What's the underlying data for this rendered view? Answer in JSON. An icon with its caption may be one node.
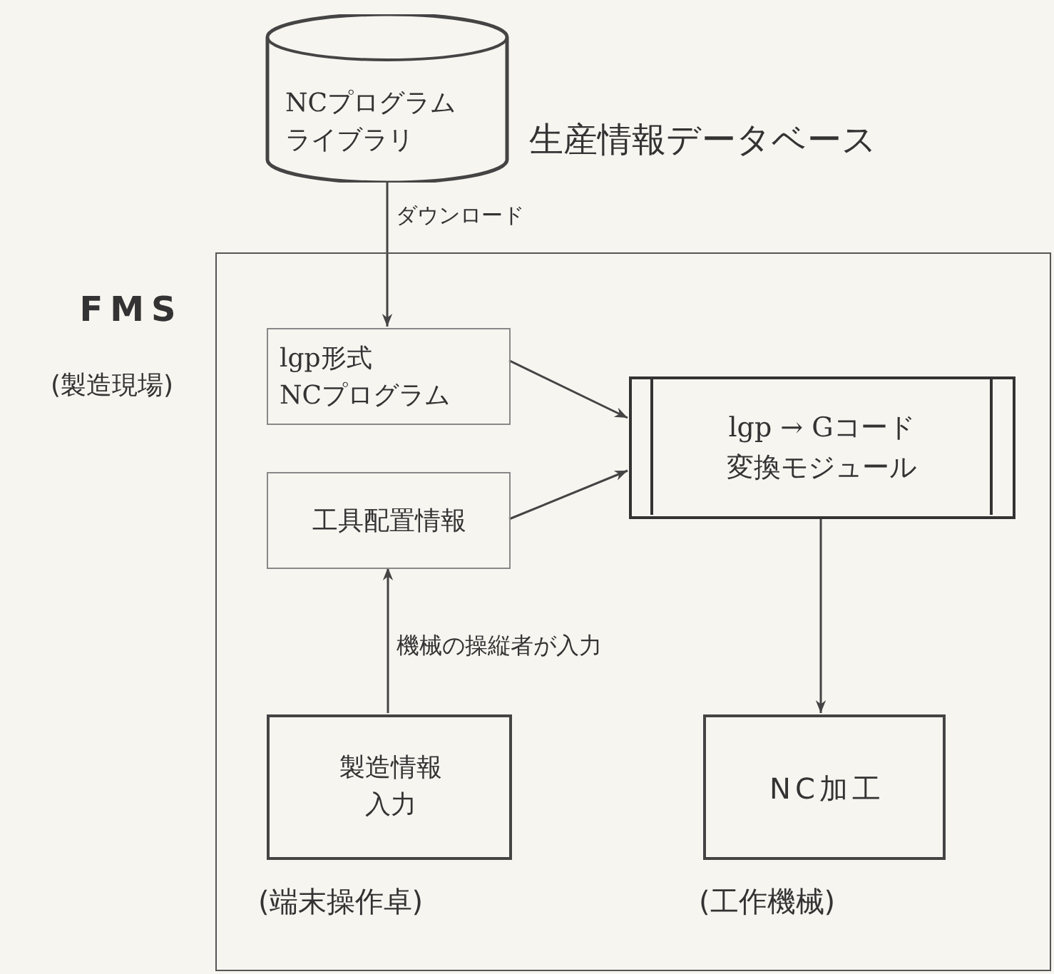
{
  "diagram": {
    "nodes": [
      {
        "text": [
          "NCプログラムライブラリ"
        ],
        "beside": [
          "生産情報データベース"
        ]
      },
      {
        "text": [
          "FMS",
          "(製造現場)"
        ]
      },
      {
        "text": [
          "lgp形式NCプログラム"
        ],
        "in": 1
      },
      {
        "text": [
          "lgp → Gコード変換モジュール"
        ],
        "in": 1
      },
      {
        "text": [
          "工具配置情報"
        ],
        "in": 1
      },
      {
        "text": [
          "製造情報入力"
        ],
        "in": 1,
        "beside": [
          "(端末操作卓)"
        ]
      },
      {
        "text": [
          "NC加工"
        ],
        "in": 1,
        "beside": [
          "(工作機械)"
        ]
      }
    ],
    "edges": [
      {
        "from": 0,
        "to": 2,
        "arrow": "to",
        "label": "ダウンロード"
      },
      {
        "from": 2,
        "to": 3,
        "arrow": "to"
      },
      {
        "from": 4,
        "to": 3,
        "arrow": "to"
      },
      {
        "from": 5,
        "to": 4,
        "arrow": "to",
        "label": "機械の操縦者が入力"
      },
      {
        "from": 3,
        "to": 6,
        "arrow": "to"
      }
    ]
  }
}
